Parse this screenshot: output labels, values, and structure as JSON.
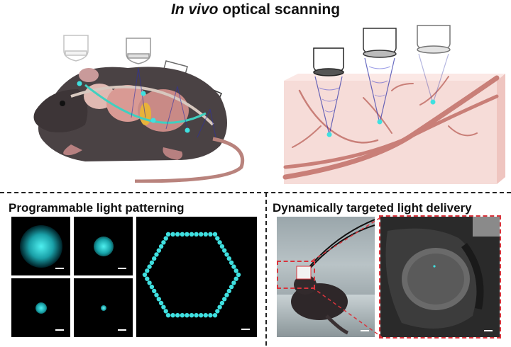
{
  "title": {
    "italic": "In vivo",
    "rest": " optical scanning"
  },
  "sections": {
    "patterning": "Programmable light patterning",
    "delivery": "Dynamically targeted light delivery"
  },
  "colors": {
    "spot": "#3fe0e0",
    "vessel": "#c97f78",
    "tissue": "#f6dcd8",
    "beam": "#2b2fa8",
    "inset_border": "#d8343c"
  },
  "icons": [
    "mouse-illustration",
    "tissue-block-illustration",
    "objective-lens-icon",
    "hexagon-spot-pattern",
    "mouse-photo",
    "brain-inset-photo",
    "scale-bar"
  ]
}
